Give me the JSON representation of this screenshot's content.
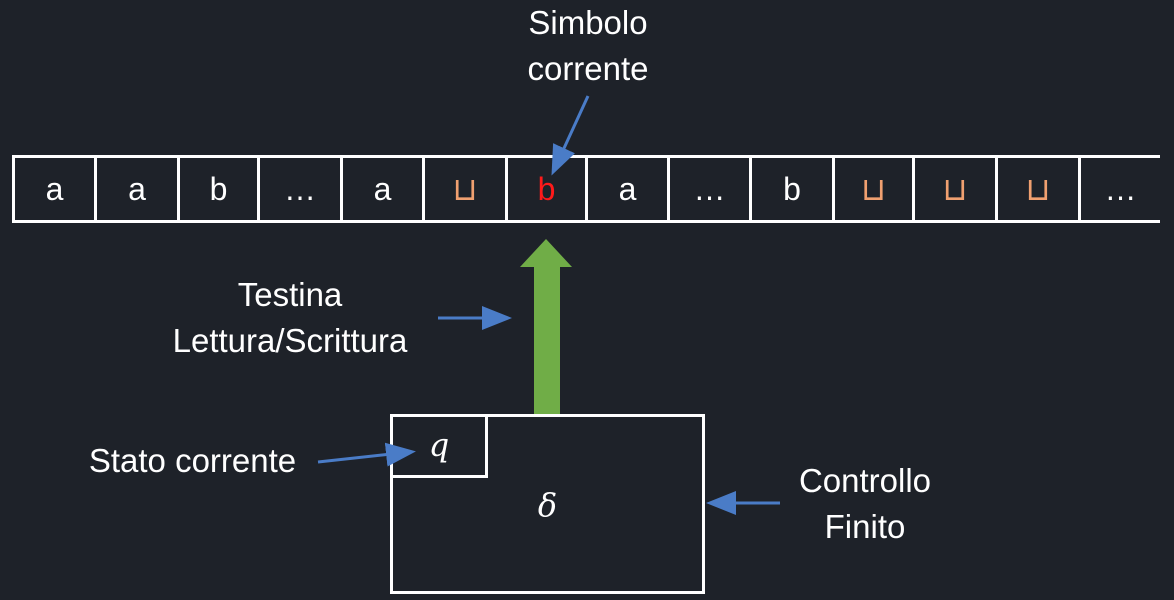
{
  "labels": {
    "current_symbol_line1": "Simbolo",
    "current_symbol_line2": "corrente",
    "head_line1": "Testina",
    "head_line2": "Lettura/Scrittura",
    "current_state": "Stato corrente",
    "finite_control_line1": "Controllo",
    "finite_control_line2": "Finito"
  },
  "tape": [
    {
      "symbol": "a",
      "kind": "normal"
    },
    {
      "symbol": "a",
      "kind": "normal"
    },
    {
      "symbol": "b",
      "kind": "normal"
    },
    {
      "symbol": "…",
      "kind": "normal"
    },
    {
      "symbol": "a",
      "kind": "normal"
    },
    {
      "symbol": "⊔",
      "kind": "blank"
    },
    {
      "symbol": "b",
      "kind": "current"
    },
    {
      "symbol": "a",
      "kind": "normal"
    },
    {
      "symbol": "…",
      "kind": "normal"
    },
    {
      "symbol": "b",
      "kind": "normal"
    },
    {
      "symbol": "⊔",
      "kind": "blank"
    },
    {
      "symbol": "⊔",
      "kind": "blank"
    },
    {
      "symbol": "⊔",
      "kind": "blank"
    },
    {
      "symbol": "…",
      "kind": "normal"
    }
  ],
  "control": {
    "state_symbol": "q",
    "transition_symbol": "δ"
  },
  "colors": {
    "background": "#1e2229",
    "pointer_arrow": "#4a7cc7",
    "head_arrow": "#70ad47",
    "blank_symbol": "#f0a070",
    "current_symbol": "#ff1a1a"
  }
}
